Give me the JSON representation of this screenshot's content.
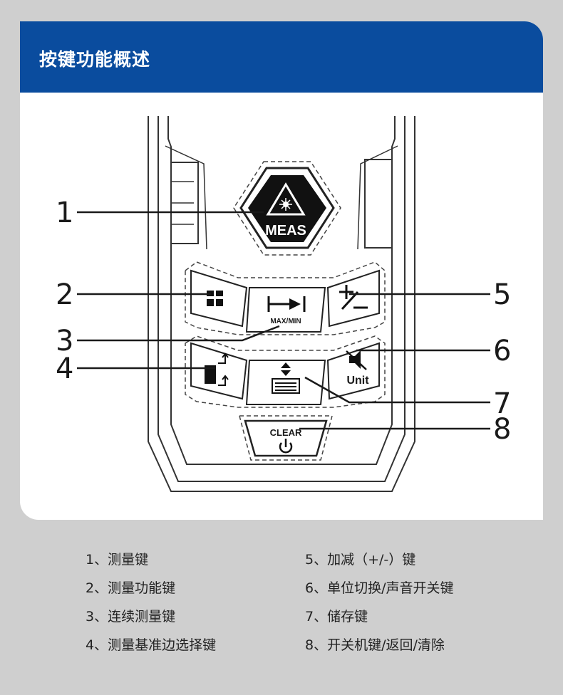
{
  "title": "按键功能概述",
  "device": {
    "meas_label": "MEAS",
    "maxmin_label": "MAX/MIN",
    "unit_label": "Unit",
    "clear_label": "CLEAR"
  },
  "callouts": [
    {
      "number": "1",
      "target": "meas-key"
    },
    {
      "number": "2",
      "target": "function-key"
    },
    {
      "number": "3",
      "target": "continuous-key"
    },
    {
      "number": "4",
      "target": "reference-key"
    },
    {
      "number": "5",
      "target": "plus-minus-key"
    },
    {
      "number": "6",
      "target": "unit-key"
    },
    {
      "number": "7",
      "target": "memory-key"
    },
    {
      "number": "8",
      "target": "clear-key"
    }
  ],
  "legend": [
    {
      "text": "1、测量键"
    },
    {
      "text": "2、测量功能键"
    },
    {
      "text": "3、连续测量键"
    },
    {
      "text": "4、测量基准边选择键"
    },
    {
      "text": "5、加减（+/-）键"
    },
    {
      "text": "6、单位切换/声音开关键"
    },
    {
      "text": "7、储存键"
    },
    {
      "text": "8、开关机键/返回/清除"
    }
  ]
}
